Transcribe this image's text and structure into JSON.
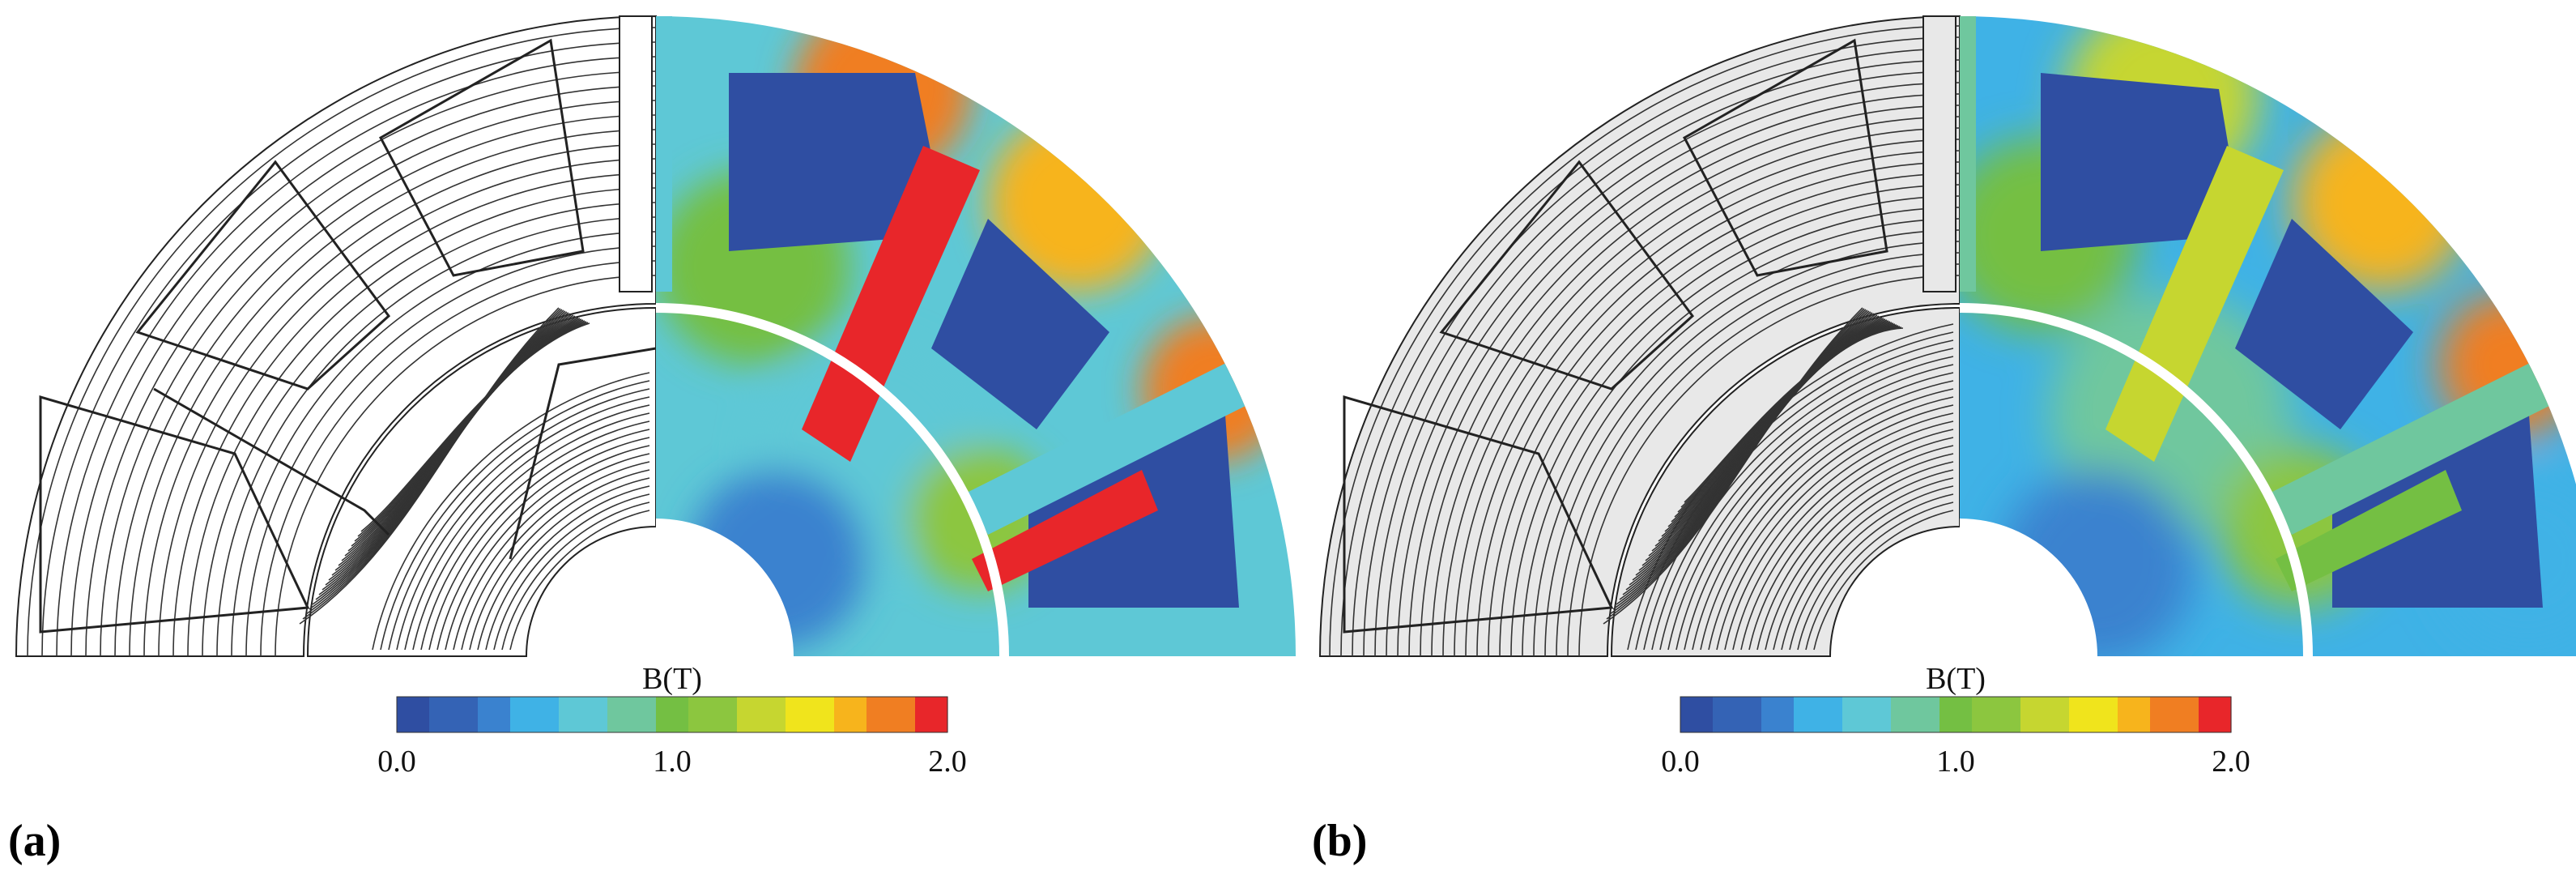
{
  "panels": [
    {
      "id": "a",
      "label": "(a)",
      "colorbar": {
        "title": "B(T)",
        "min_label": "0.0",
        "mid_label": "1.0",
        "max_label": "2.0"
      },
      "field": {
        "bridge_level": 2.0,
        "yoke_level": 1.55
      }
    },
    {
      "id": "b",
      "label": "(b)",
      "colorbar": {
        "title": "B(T)",
        "min_label": "0.0",
        "mid_label": "1.0",
        "max_label": "2.0"
      },
      "field": {
        "bridge_level": 1.5,
        "yoke_level": 1.35
      }
    }
  ],
  "colors": {
    "low": "#2b4aa3",
    "mid": "#74bf43",
    "high": "#e8262a",
    "colorbar_stops": [
      "#2f4ea2",
      "#3463b5",
      "#3a82cf",
      "#3fb2e6",
      "#5ec8d6",
      "#6fc79e",
      "#74bf43",
      "#8cc63f",
      "#c6d630",
      "#f0e41c",
      "#f7b41c",
      "#f07e22",
      "#e8262a"
    ]
  }
}
